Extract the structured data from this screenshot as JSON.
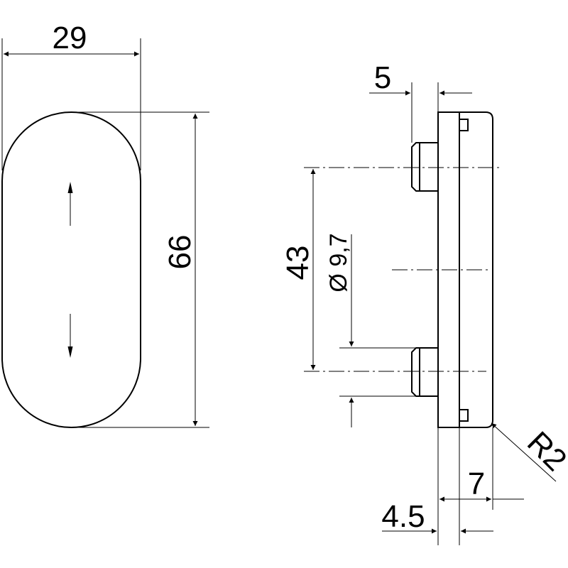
{
  "dimensions": {
    "width": "29",
    "height": "66",
    "pin_offset": "5",
    "pin_spacing": "43",
    "pin_diameter": "Ø 9,7",
    "plate_thickness": "7",
    "base_thickness": "4.5",
    "corner_radius": "R2"
  },
  "colors": {
    "line": "#000000",
    "background": "#ffffff"
  }
}
